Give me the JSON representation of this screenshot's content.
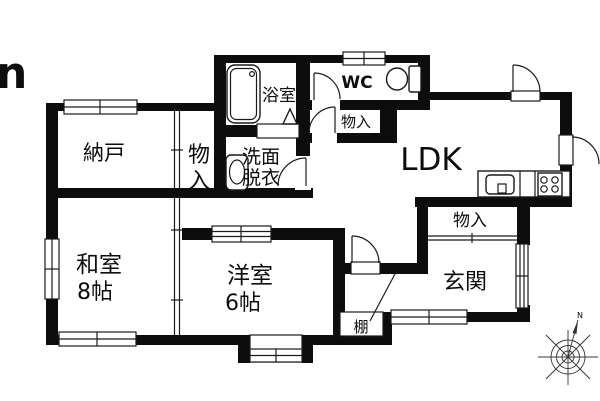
{
  "watermark": "n",
  "rooms": {
    "nando": "納戸",
    "closet_west_char1": "物",
    "closet_west_char2": "入",
    "bath": "浴室",
    "washroom_line1": "洗面",
    "washroom_line2": "脱衣",
    "wc": "WC",
    "closet_wc": "物入",
    "ldk": "LDK",
    "washitsu_name": "和室",
    "washitsu_size": "8帖",
    "youshitsu_name": "洋室",
    "youshitsu_size": "6帖",
    "genkan": "玄関",
    "closet_genkan": "物入",
    "shelf": "棚"
  },
  "compass": {
    "north": "N"
  },
  "colors": {
    "wall": "#0d0d0d",
    "background": "#ffffff",
    "line": "#1a1a1a"
  }
}
